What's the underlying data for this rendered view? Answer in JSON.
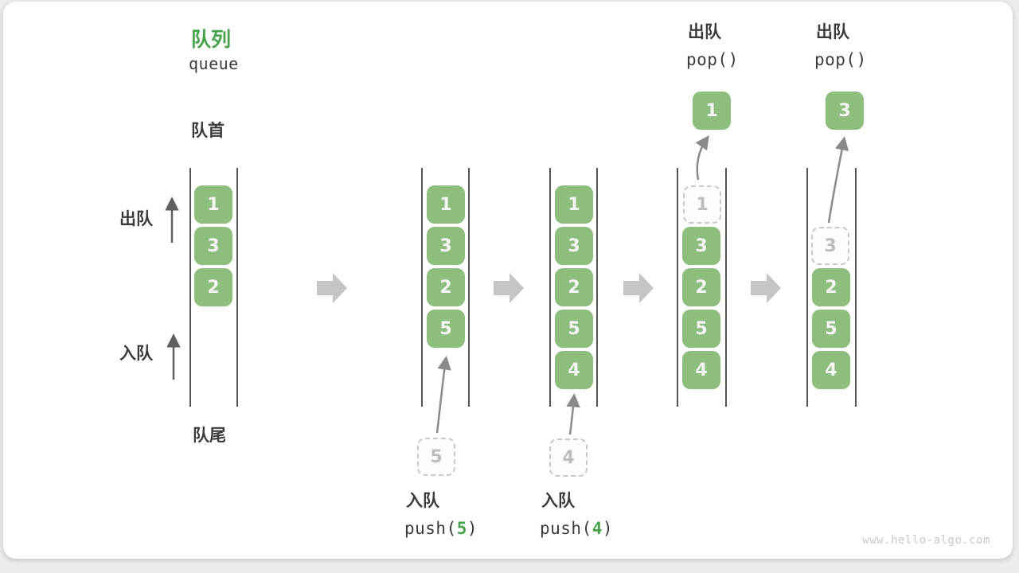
{
  "title": {
    "heading": "队列",
    "subheading": "queue"
  },
  "side_labels": {
    "front": "队首",
    "rear": "队尾",
    "dequeue": "出队",
    "enqueue": "入队"
  },
  "states": [
    {
      "cells": [
        "1",
        "3",
        "2"
      ]
    },
    {
      "cells": [
        "1",
        "3",
        "2",
        "5"
      ],
      "incoming": "5",
      "op_label": "入队",
      "op_fn": "push(",
      "op_arg": "5",
      "op_close": ")"
    },
    {
      "cells": [
        "1",
        "3",
        "2",
        "5",
        "4"
      ],
      "incoming": "4",
      "op_label": "入队",
      "op_fn": "push(",
      "op_arg": "4",
      "op_close": ")"
    },
    {
      "cells": [
        "3",
        "2",
        "5",
        "4"
      ],
      "ghost": "1",
      "popped": "1",
      "op_label": "出队",
      "op_fn": "pop()"
    },
    {
      "cells": [
        "2",
        "5",
        "4"
      ],
      "ghost": "3",
      "popped": "3",
      "op_label": "出队",
      "op_fn": "pop()"
    }
  ],
  "colors": {
    "box_green": "#8dbe7d",
    "accent_green": "#46a24a",
    "block_arrow_gray": "#c5c5c5",
    "thin_arrow_gray": "#8a8a8a",
    "text_dark": "#3b3b3b",
    "ghost_gray": "#bdbdbd"
  },
  "watermark": "www.hello-algo.com"
}
